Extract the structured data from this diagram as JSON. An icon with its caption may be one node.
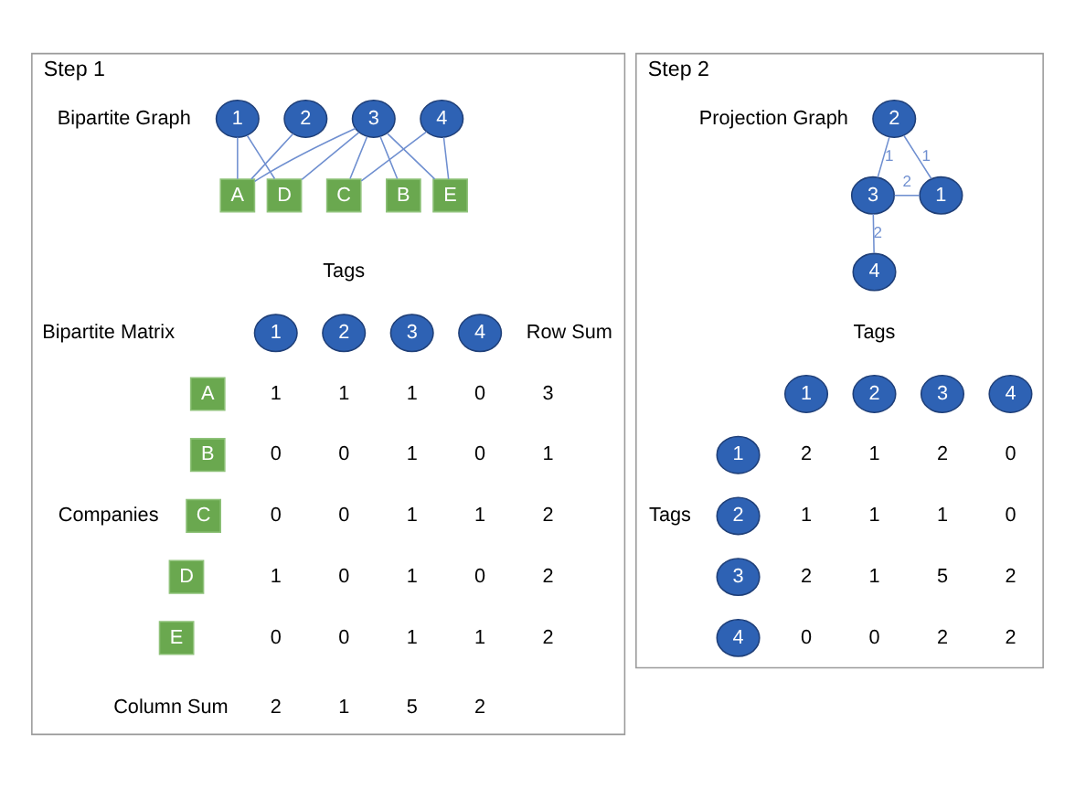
{
  "diagram": {
    "nodes": [
      {
        "text": [
          "Step 1"
        ]
      },
      {
        "text": [
          "1"
        ],
        "in": 0
      },
      {
        "text": [
          "2"
        ],
        "in": 0
      },
      {
        "text": [
          "3"
        ],
        "in": 0
      },
      {
        "text": [
          "4"
        ],
        "in": 0
      },
      {
        "text": [
          "A"
        ],
        "in": 0
      },
      {
        "text": [
          "B"
        ],
        "in": 0
      },
      {
        "text": [
          "C"
        ],
        "in": 0
      },
      {
        "text": [
          "D"
        ],
        "in": 0
      },
      {
        "text": [
          "E"
        ],
        "in": 0
      },
      {
        "text": [
          "1"
        ],
        "in": 0
      },
      {
        "text": [
          "2"
        ],
        "in": 0
      },
      {
        "text": [
          "3"
        ],
        "in": 0
      },
      {
        "text": [
          "4"
        ],
        "in": 0
      },
      {
        "text": [
          "A"
        ],
        "in": 0
      },
      {
        "text": [
          "B"
        ],
        "in": 0
      },
      {
        "text": [
          "C"
        ],
        "in": 0
      },
      {
        "text": [
          "D"
        ],
        "in": 0
      },
      {
        "text": [
          "E"
        ],
        "in": 0
      },
      {
        "text": [
          "Step 2"
        ]
      },
      {
        "text": [
          "2"
        ],
        "in": 19
      },
      {
        "text": [
          "1"
        ],
        "in": 19
      },
      {
        "text": [
          "3"
        ],
        "in": 19
      },
      {
        "text": [
          "4"
        ],
        "in": 19
      },
      {
        "text": [
          "1"
        ],
        "in": 19
      },
      {
        "text": [
          "2"
        ],
        "in": 19
      },
      {
        "text": [
          "3"
        ],
        "in": 19
      },
      {
        "text": [
          "4"
        ],
        "in": 19
      },
      {
        "text": [
          "1"
        ],
        "in": 19
      },
      {
        "text": [
          "2"
        ],
        "in": 19
      },
      {
        "text": [
          "3"
        ],
        "in": 19
      },
      {
        "text": [
          "4"
        ],
        "in": 19
      }
    ],
    "edges": [
      {
        "from": 1,
        "to": 5,
        "arrow": "none"
      },
      {
        "from": 1,
        "to": 8,
        "arrow": "none"
      },
      {
        "from": 2,
        "to": 5,
        "arrow": "none"
      },
      {
        "from": 3,
        "to": 5,
        "arrow": "none"
      },
      {
        "from": 3,
        "to": 6,
        "arrow": "none"
      },
      {
        "from": 3,
        "to": 7,
        "arrow": "none"
      },
      {
        "from": 3,
        "to": 8,
        "arrow": "none"
      },
      {
        "from": 3,
        "to": 9,
        "arrow": "none"
      },
      {
        "from": 4,
        "to": 7,
        "arrow": "none"
      },
      {
        "from": 4,
        "to": 9,
        "arrow": "none"
      },
      {
        "from": 21,
        "to": 20,
        "arrow": "none",
        "label": "1"
      },
      {
        "from": 20,
        "to": 22,
        "arrow": "none",
        "label": "1"
      },
      {
        "from": 21,
        "to": 22,
        "arrow": "none",
        "label": "2"
      },
      {
        "from": 22,
        "to": 23,
        "arrow": "none",
        "label": "2"
      }
    ],
    "labels": [
      "Bipartite Graph",
      "Tags",
      "Bipartite Matrix",
      "Row Sum",
      "1",
      "1",
      "1",
      "0",
      "3",
      "0",
      "0",
      "1",
      "0",
      "1",
      "0",
      "0",
      "1",
      "1",
      "2",
      "1",
      "0",
      "1",
      "0",
      "2",
      "0",
      "0",
      "1",
      "1",
      "2",
      "Companies",
      "Column Sum",
      "2",
      "1",
      "5",
      "2",
      "Projection Graph",
      "Tags",
      "Tags",
      "2",
      "1",
      "2",
      "0",
      "1",
      "1",
      "1",
      "0",
      "2",
      "1",
      "5",
      "2",
      "0",
      "0",
      "2",
      "2"
    ]
  }
}
